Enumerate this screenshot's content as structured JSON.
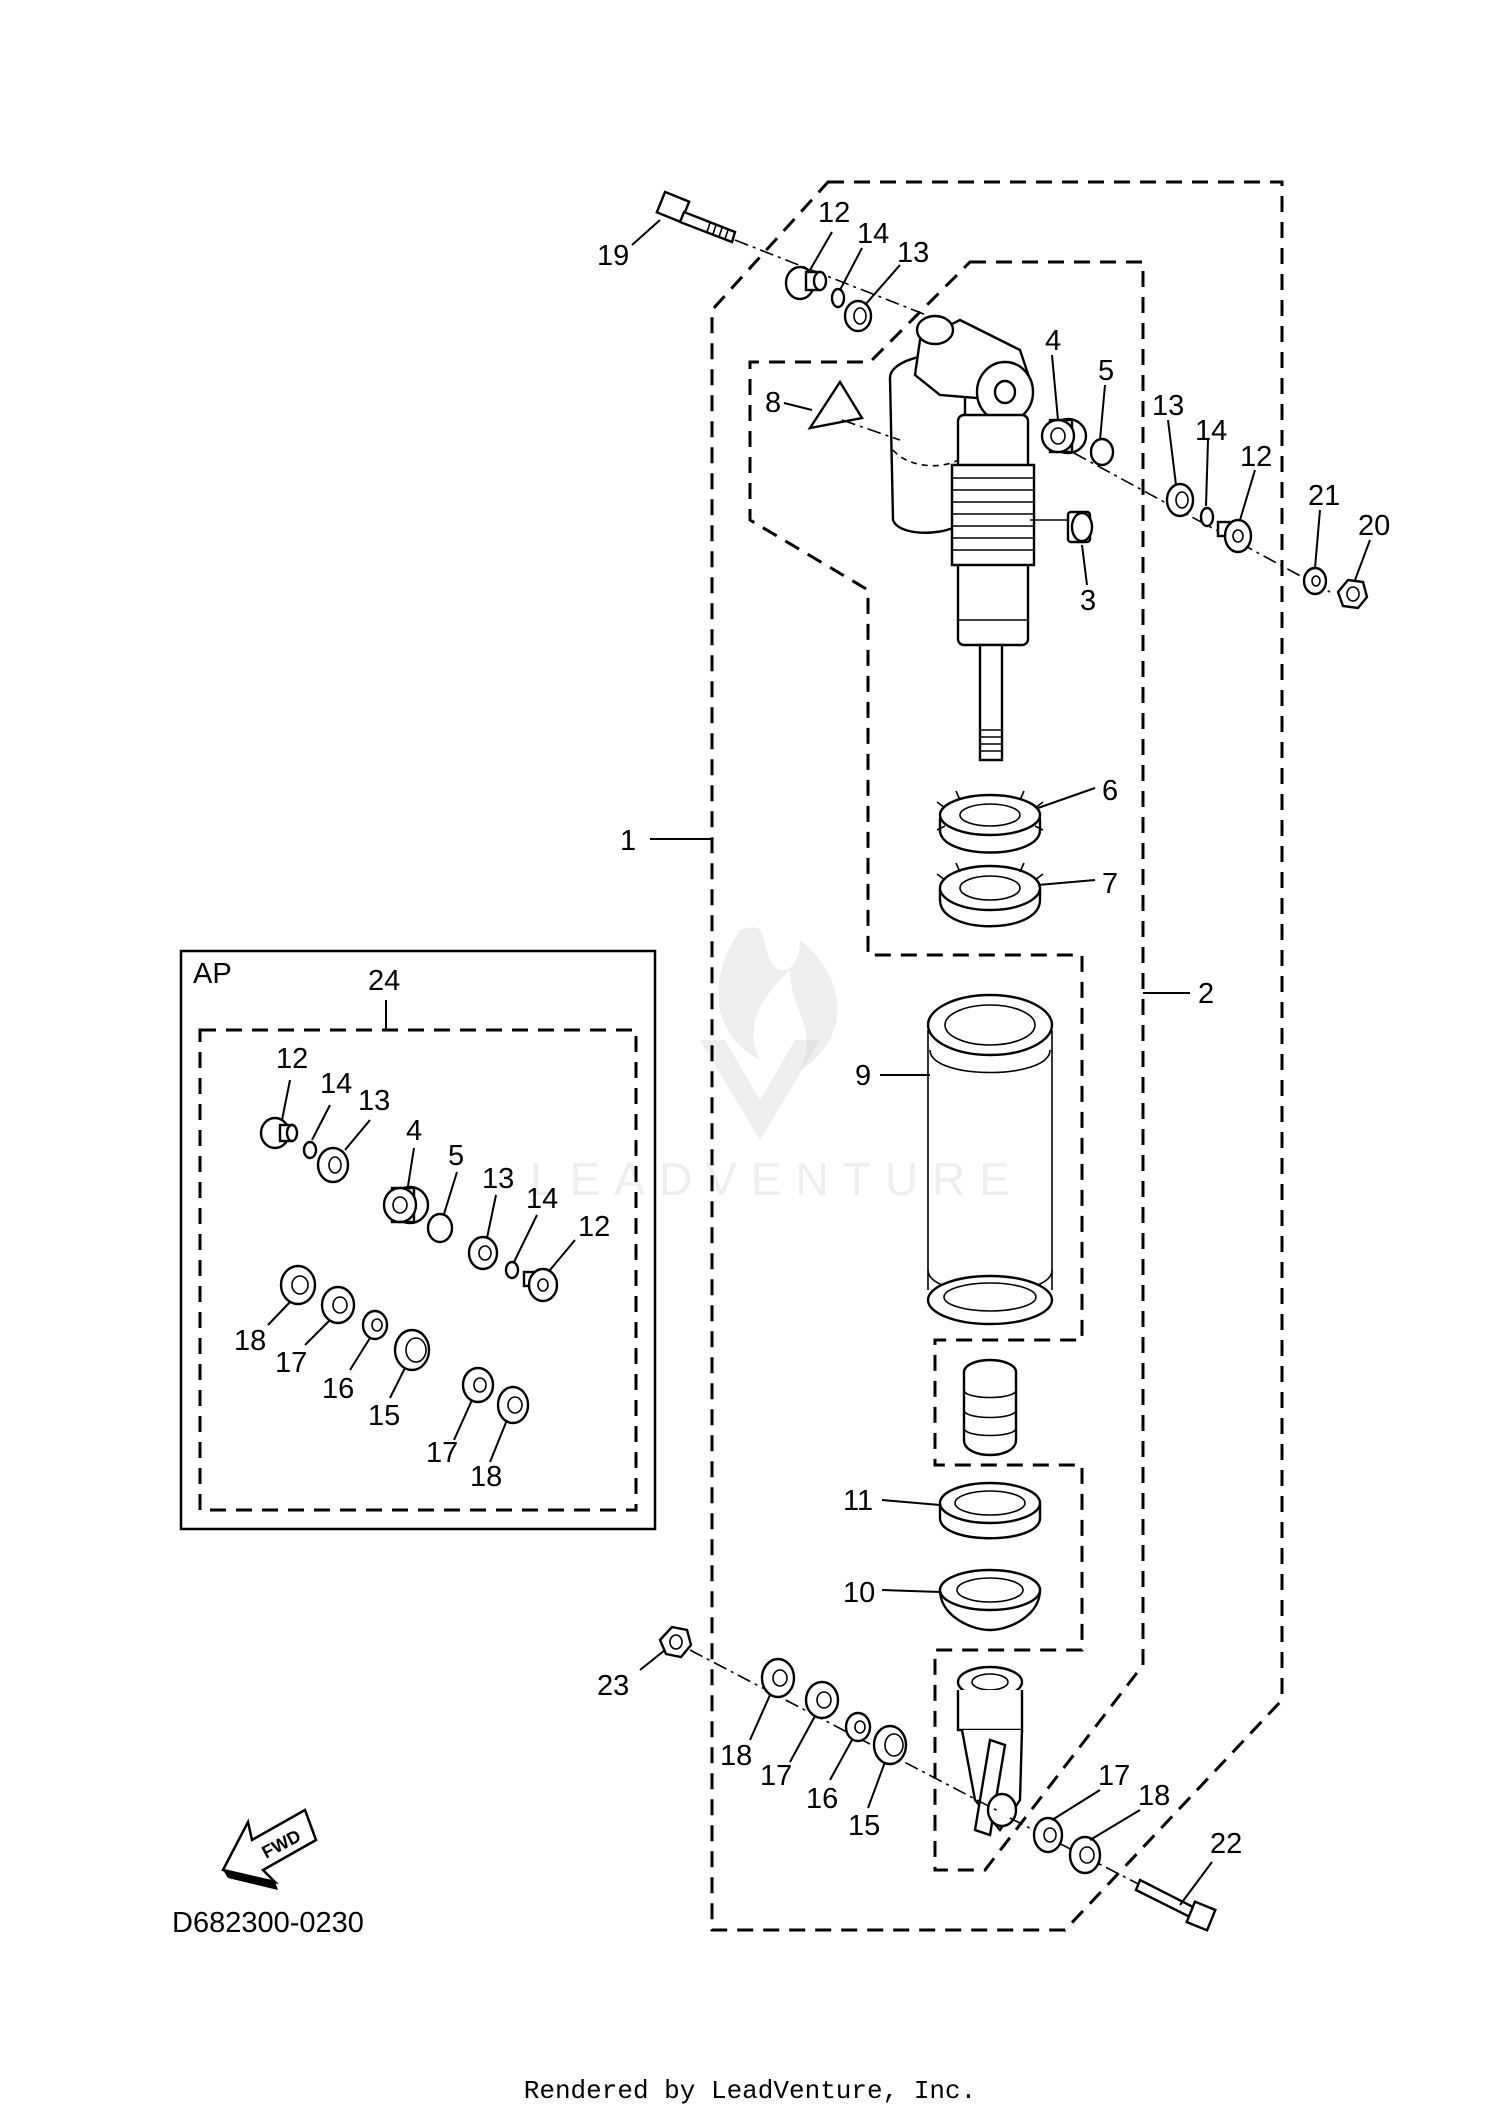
{
  "diagram_code": "D682300-0230",
  "footer": "Rendered by LeadVenture, Inc.",
  "watermark": "LEADVENTURE",
  "inset": {
    "label": "AP"
  },
  "fwd_label": "FWD",
  "callouts": {
    "c19": "19",
    "c12a": "12",
    "c14a": "14",
    "c13a": "13",
    "c8": "8",
    "c4": "4",
    "c5": "5",
    "c3": "3",
    "c13b": "13",
    "c14b": "14",
    "c12b": "12",
    "c21": "21",
    "c20": "20",
    "c6": "6",
    "c7": "7",
    "c1": "1",
    "c2": "2",
    "c9": "9",
    "c11": "11",
    "c10": "10",
    "c23": "23",
    "c18a": "18",
    "c17a": "17",
    "c16a": "16",
    "c15a": "15",
    "c17b": "17",
    "c18b": "18",
    "c22": "22",
    "ap24": "24",
    "ap12a": "12",
    "ap14a": "14",
    "ap13a": "13",
    "ap4": "4",
    "ap5": "5",
    "ap13b": "13",
    "ap14b": "14",
    "ap12b": "12",
    "ap18a": "18",
    "ap17a": "17",
    "ap16": "16",
    "ap15": "15",
    "ap17b": "17",
    "ap18b": "18"
  }
}
